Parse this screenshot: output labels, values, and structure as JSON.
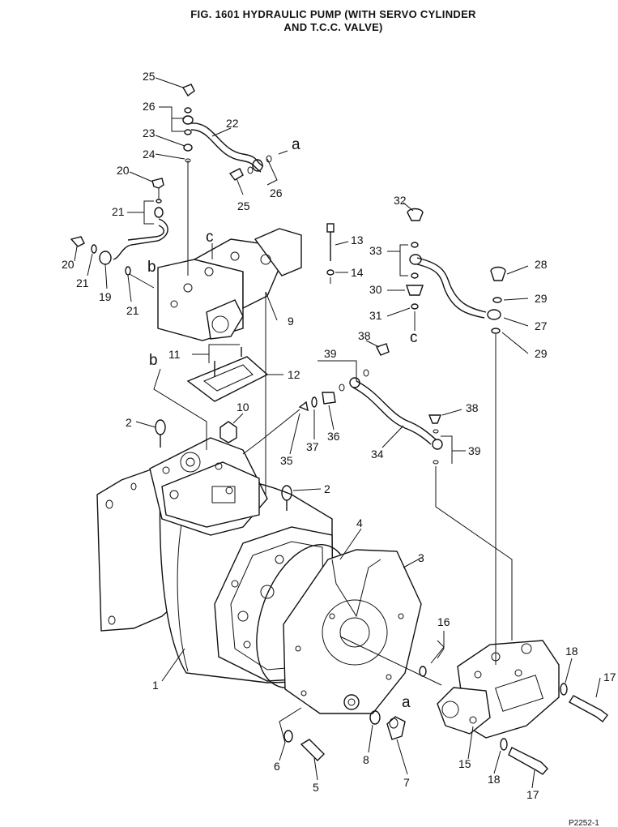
{
  "title": {
    "line1": "FIG. 1601   HYDRAULIC PUMP (WITH SERVO CYLINDER",
    "line2": "AND T.C.C. VALVE)"
  },
  "callouts": {
    "c1": "1",
    "c2a": "2",
    "c2b": "2",
    "c3": "3",
    "c4": "4",
    "c5": "5",
    "c6": "6",
    "c7": "7",
    "c8": "8",
    "c9": "9",
    "c10": "10",
    "c11": "11",
    "c12": "12",
    "c13": "13",
    "c14": "14",
    "c15": "15",
    "c16": "16",
    "c17a": "17",
    "c17b": "17",
    "c18a": "18",
    "c18b": "18",
    "c19": "19",
    "c20a": "20",
    "c20b": "20",
    "c21a": "21",
    "c21b": "21",
    "c21c": "21",
    "c22": "22",
    "c23": "23",
    "c24": "24",
    "c25a": "25",
    "c25b": "25",
    "c26a": "26",
    "c26b": "26",
    "c27": "27",
    "c28": "28",
    "c29a": "29",
    "c29b": "29",
    "c30": "30",
    "c31": "31",
    "c32": "32",
    "c33": "33",
    "c34": "34",
    "c35": "35",
    "c36": "36",
    "c37": "37",
    "c38a": "38",
    "c38b": "38",
    "c39a": "39",
    "c39b": "39"
  },
  "connection_letters": {
    "a1": "a",
    "a2": "a",
    "b1": "b",
    "b2": "b",
    "c1": "c",
    "c2": "c"
  },
  "drawing_code": "P2252-1"
}
